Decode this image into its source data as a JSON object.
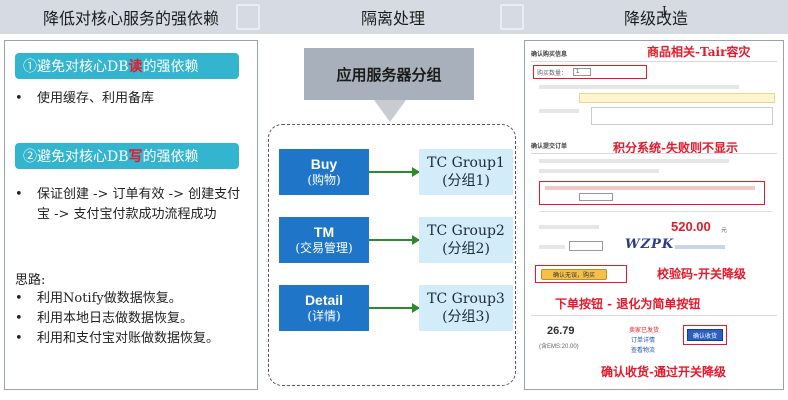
{
  "header": {
    "col1": "降低对核心服务的强依赖",
    "col2": "隔离处理",
    "col3": "降级改造"
  },
  "left": {
    "pill1": {
      "prefix": "①避免对核心DB",
      "strike": "读",
      "suffix": "的强依赖"
    },
    "bullet1": "使用缓存、利用备库",
    "pill2": {
      "prefix": "②避免对核心DB",
      "strike": "写",
      "suffix": "的强依赖"
    },
    "bullet2": "保证创建 -> 订单有效 -> 创建支付宝 -> 支付宝付款成功流程成功",
    "thinking_title": "思路:",
    "thinking": [
      "利用Notify做数据恢复。",
      "利用本地日志做数据恢复。",
      "利用和支付宝对账做数据恢复。"
    ]
  },
  "middle": {
    "server": "应用服务器分组",
    "apps": [
      {
        "name": "Buy",
        "sub": "(购物)"
      },
      {
        "name": "TM",
        "sub": "(交易管理)"
      },
      {
        "name": "Detail",
        "sub": "(详情)"
      }
    ],
    "groups": [
      {
        "name": "TC Group1",
        "sub": "(分组1)"
      },
      {
        "name": "TC Group2",
        "sub": "(分组2)"
      },
      {
        "name": "TC Group3",
        "sub": "(分组3)"
      }
    ]
  },
  "right": {
    "notes": {
      "product": "商品相关-Tair容灾",
      "points": "积分系统-失败则不显示",
      "captcha": "校验码-开关降级",
      "order_btn": "下单按钮 - 退化为简单按钮",
      "confirm": "确认收货-通过开关降级"
    },
    "form": {
      "sec1": "确认购买信息",
      "qty_label": "购买数量：",
      "qty_value": "1",
      "sec2": "确认提交订单",
      "total": "520.00",
      "total_unit": "元",
      "confirm_btn": "确认无误，购买",
      "captcha_text": "WZPK",
      "order_price": "26.79",
      "order_price_sub": "(含EMS:20.00)",
      "link1": "卖家已发货",
      "link2": "订单详情",
      "link3": "查看物流",
      "receive_btn": "确认收货"
    }
  }
}
